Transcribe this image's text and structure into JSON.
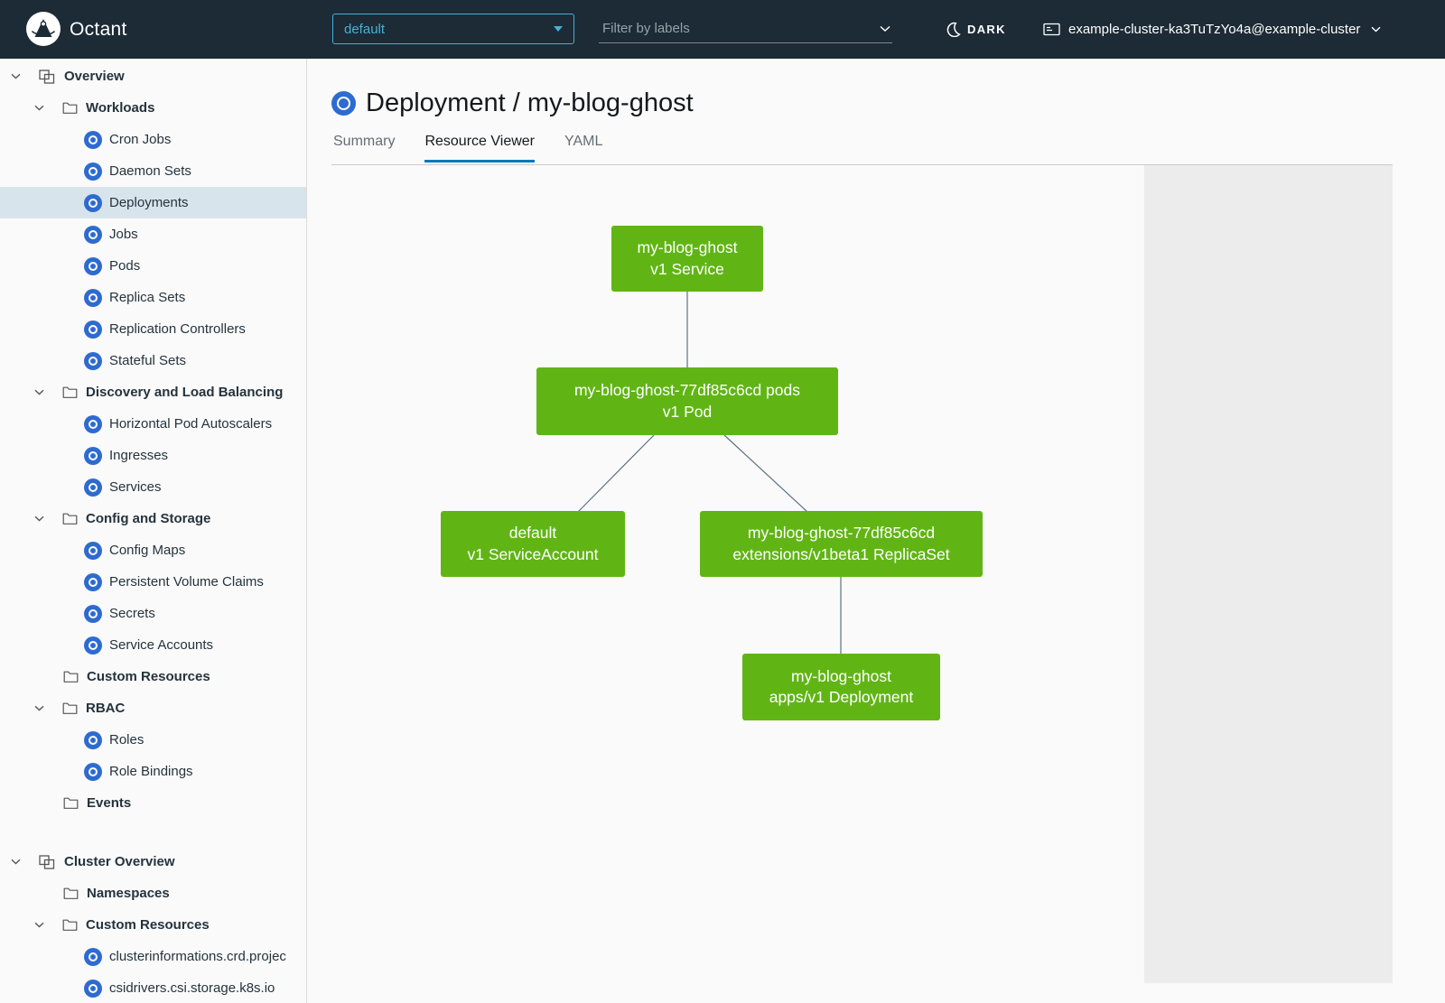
{
  "header": {
    "app_name": "Octant",
    "namespace": {
      "value": "default"
    },
    "filter": {
      "placeholder": "Filter by labels"
    },
    "theme": {
      "label": "DARK"
    },
    "cluster": {
      "value": "example-cluster-ka3TuTzYo4a@example-cluster"
    }
  },
  "sidebar": {
    "overview": "Overview",
    "workloads": {
      "label": "Workloads",
      "items": [
        "Cron Jobs",
        "Daemon Sets",
        "Deployments",
        "Jobs",
        "Pods",
        "Replica Sets",
        "Replication Controllers",
        "Stateful Sets"
      ]
    },
    "discovery": {
      "label": "Discovery and Load Balancing",
      "items": [
        "Horizontal Pod Autoscalers",
        "Ingresses",
        "Services"
      ]
    },
    "config_storage": {
      "label": "Config and Storage",
      "items": [
        "Config Maps",
        "Persistent Volume Claims",
        "Secrets",
        "Service Accounts"
      ]
    },
    "custom_resources": {
      "label": "Custom Resources"
    },
    "rbac": {
      "label": "RBAC",
      "items": [
        "Roles",
        "Role Bindings"
      ]
    },
    "events": {
      "label": "Events"
    },
    "cluster_overview": "Cluster Overview",
    "namespaces": {
      "label": "Namespaces"
    },
    "cluster_custom_resources": {
      "label": "Custom Resources",
      "items": [
        "clusterinformations.crd.projec",
        "csidrivers.csi.storage.k8s.io"
      ]
    },
    "selected_item": "Deployments"
  },
  "main": {
    "title": "Deployment / my-blog-ghost",
    "tabs": [
      "Summary",
      "Resource Viewer",
      "YAML"
    ],
    "active_tab": "Resource Viewer"
  },
  "graph": {
    "nodes": [
      {
        "name": "my-blog-ghost",
        "kind": "v1 Service"
      },
      {
        "name": "my-blog-ghost-77df85c6cd pods",
        "kind": "v1 Pod"
      },
      {
        "name": "default",
        "kind": "v1 ServiceAccount"
      },
      {
        "name": "my-blog-ghost-77df85c6cd",
        "kind": "extensions/v1beta1 ReplicaSet"
      },
      {
        "name": "my-blog-ghost",
        "kind": "apps/v1 Deployment"
      }
    ],
    "edges": [
      [
        "v1 Service",
        "v1 Pod"
      ],
      [
        "v1 Pod",
        "v1 ServiceAccount"
      ],
      [
        "v1 Pod",
        "extensions/v1beta1 ReplicaSet"
      ],
      [
        "extensions/v1beta1 ReplicaSet",
        "apps/v1 Deployment"
      ]
    ],
    "node_status_color": "#60b515"
  },
  "colors": {
    "header_bg": "#1c2b35",
    "accent_blue": "#49afd9",
    "node_green": "#60b515",
    "resource_icon_blue": "#2e6bd0",
    "selected_row_bg": "#d8e4ec",
    "tab_underline": "#0079b8"
  }
}
